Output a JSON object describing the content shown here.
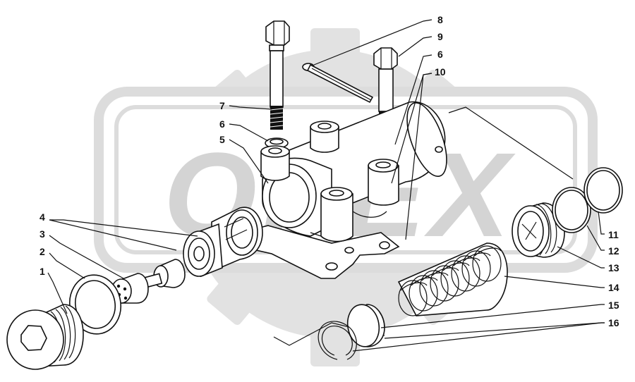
{
  "watermark": {
    "text": "OPEX",
    "color": "#d4d4d4"
  },
  "callouts": [
    {
      "id": "c1",
      "num": "1"
    },
    {
      "id": "c2",
      "num": "2"
    },
    {
      "id": "c3",
      "num": "3"
    },
    {
      "id": "c4",
      "num": "4"
    },
    {
      "id": "c5",
      "num": "5"
    },
    {
      "id": "c6a",
      "num": "6"
    },
    {
      "id": "c6b",
      "num": "6"
    },
    {
      "id": "c7",
      "num": "7"
    },
    {
      "id": "c8",
      "num": "8"
    },
    {
      "id": "c9",
      "num": "9"
    },
    {
      "id": "c10",
      "num": "10"
    },
    {
      "id": "c11",
      "num": "11"
    },
    {
      "id": "c12",
      "num": "12"
    },
    {
      "id": "c13",
      "num": "13"
    },
    {
      "id": "c14",
      "num": "14"
    },
    {
      "id": "c15",
      "num": "15"
    },
    {
      "id": "c16",
      "num": "16"
    }
  ]
}
